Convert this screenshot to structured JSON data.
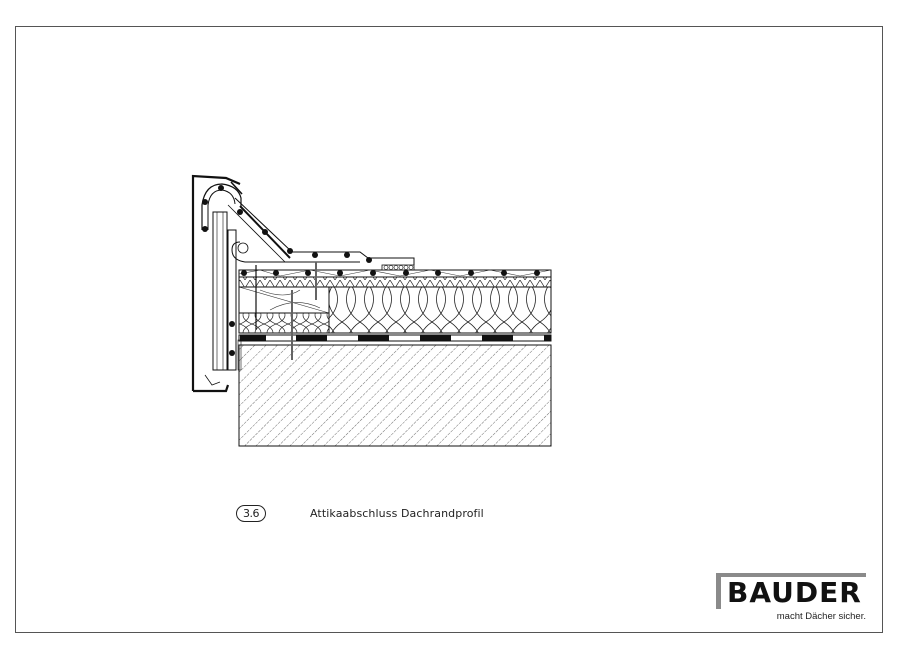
{
  "drawing": {
    "title": "Attikaabschluss Dachrandprofil",
    "detail_number": "3.6",
    "subject": "roof-edge-parapet-termination-section"
  },
  "logo": {
    "brand": "BAUDER",
    "tagline": "macht Dächer sicher."
  },
  "colors": {
    "line": "#111111",
    "frame": "#555555",
    "logo_gray": "#8a8a8a"
  }
}
